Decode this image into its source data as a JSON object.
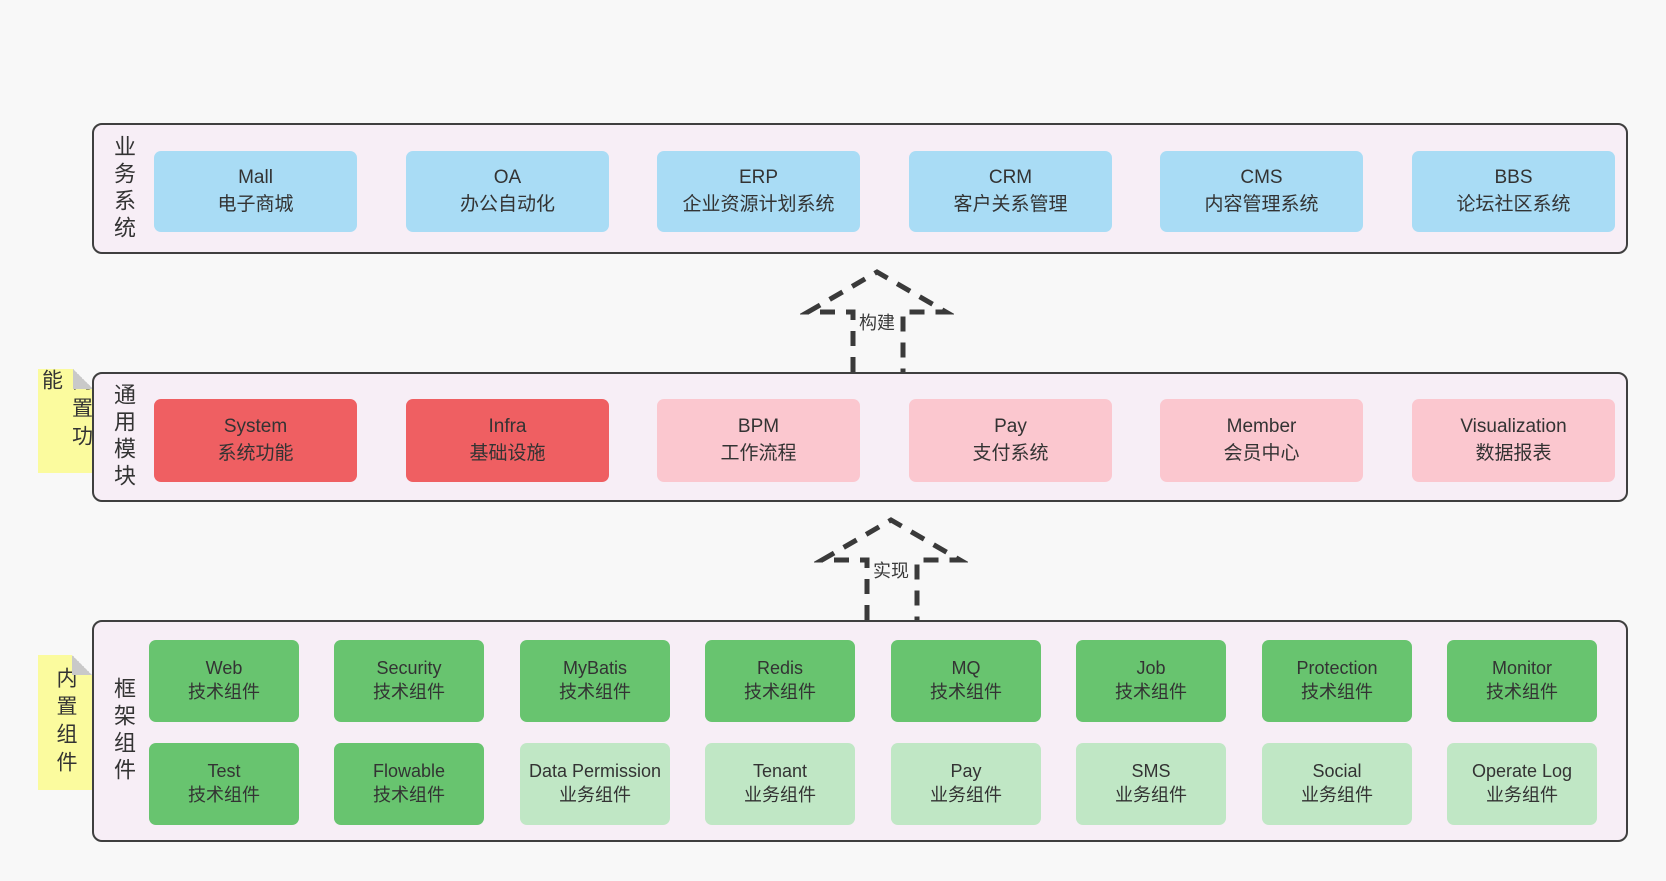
{
  "colors": {
    "page_bg": "#f8f8f8",
    "panel_bg": "#f7eef6",
    "panel_border": "#3f3f3f",
    "blue": "#a9dcf5",
    "red": "#ef5f62",
    "pink": "#fbc7cf",
    "green_dark": "#68c46f",
    "green_light": "#c0e7c5",
    "sticky_yellow": "#fbfb9e",
    "sticky_fold": "#c9c9c9",
    "text": "#333333",
    "arrow": "#3a3a3a"
  },
  "business": {
    "label": "业务系统",
    "boxes": [
      {
        "en": "Mall",
        "zh": "电子商城"
      },
      {
        "en": "OA",
        "zh": "办公自动化"
      },
      {
        "en": "ERP",
        "zh": "企业资源计划系统"
      },
      {
        "en": "CRM",
        "zh": "客户关系管理"
      },
      {
        "en": "CMS",
        "zh": "内容管理系统"
      },
      {
        "en": "BBS",
        "zh": "论坛社区系统"
      }
    ]
  },
  "arrow_build": {
    "label": "构建"
  },
  "modules": {
    "sticky": "内置功能",
    "label": "通用模块",
    "boxes": [
      {
        "en": "System",
        "zh": "系统功能"
      },
      {
        "en": "Infra",
        "zh": "基础设施"
      },
      {
        "en": "BPM",
        "zh": "工作流程"
      },
      {
        "en": "Pay",
        "zh": "支付系统"
      },
      {
        "en": "Member",
        "zh": "会员中心"
      },
      {
        "en": "Visualization",
        "zh": "数据报表"
      }
    ]
  },
  "arrow_implement": {
    "label": "实现"
  },
  "components": {
    "sticky": "内置组件",
    "label": "框架组件",
    "row1": [
      {
        "en": "Web",
        "zh": "技术组件"
      },
      {
        "en": "Security",
        "zh": "技术组件"
      },
      {
        "en": "MyBatis",
        "zh": "技术组件"
      },
      {
        "en": "Redis",
        "zh": "技术组件"
      },
      {
        "en": "MQ",
        "zh": "技术组件"
      },
      {
        "en": "Job",
        "zh": "技术组件"
      },
      {
        "en": "Protection",
        "zh": "技术组件"
      },
      {
        "en": "Monitor",
        "zh": "技术组件"
      }
    ],
    "row2": [
      {
        "en": "Test",
        "zh": "技术组件"
      },
      {
        "en": "Flowable",
        "zh": "技术组件"
      },
      {
        "en": "Data Permission",
        "zh": "业务组件"
      },
      {
        "en": "Tenant",
        "zh": "业务组件"
      },
      {
        "en": "Pay",
        "zh": "业务组件"
      },
      {
        "en": "SMS",
        "zh": "业务组件"
      },
      {
        "en": "Social",
        "zh": "业务组件"
      },
      {
        "en": "Operate Log",
        "zh": "业务组件"
      }
    ]
  }
}
